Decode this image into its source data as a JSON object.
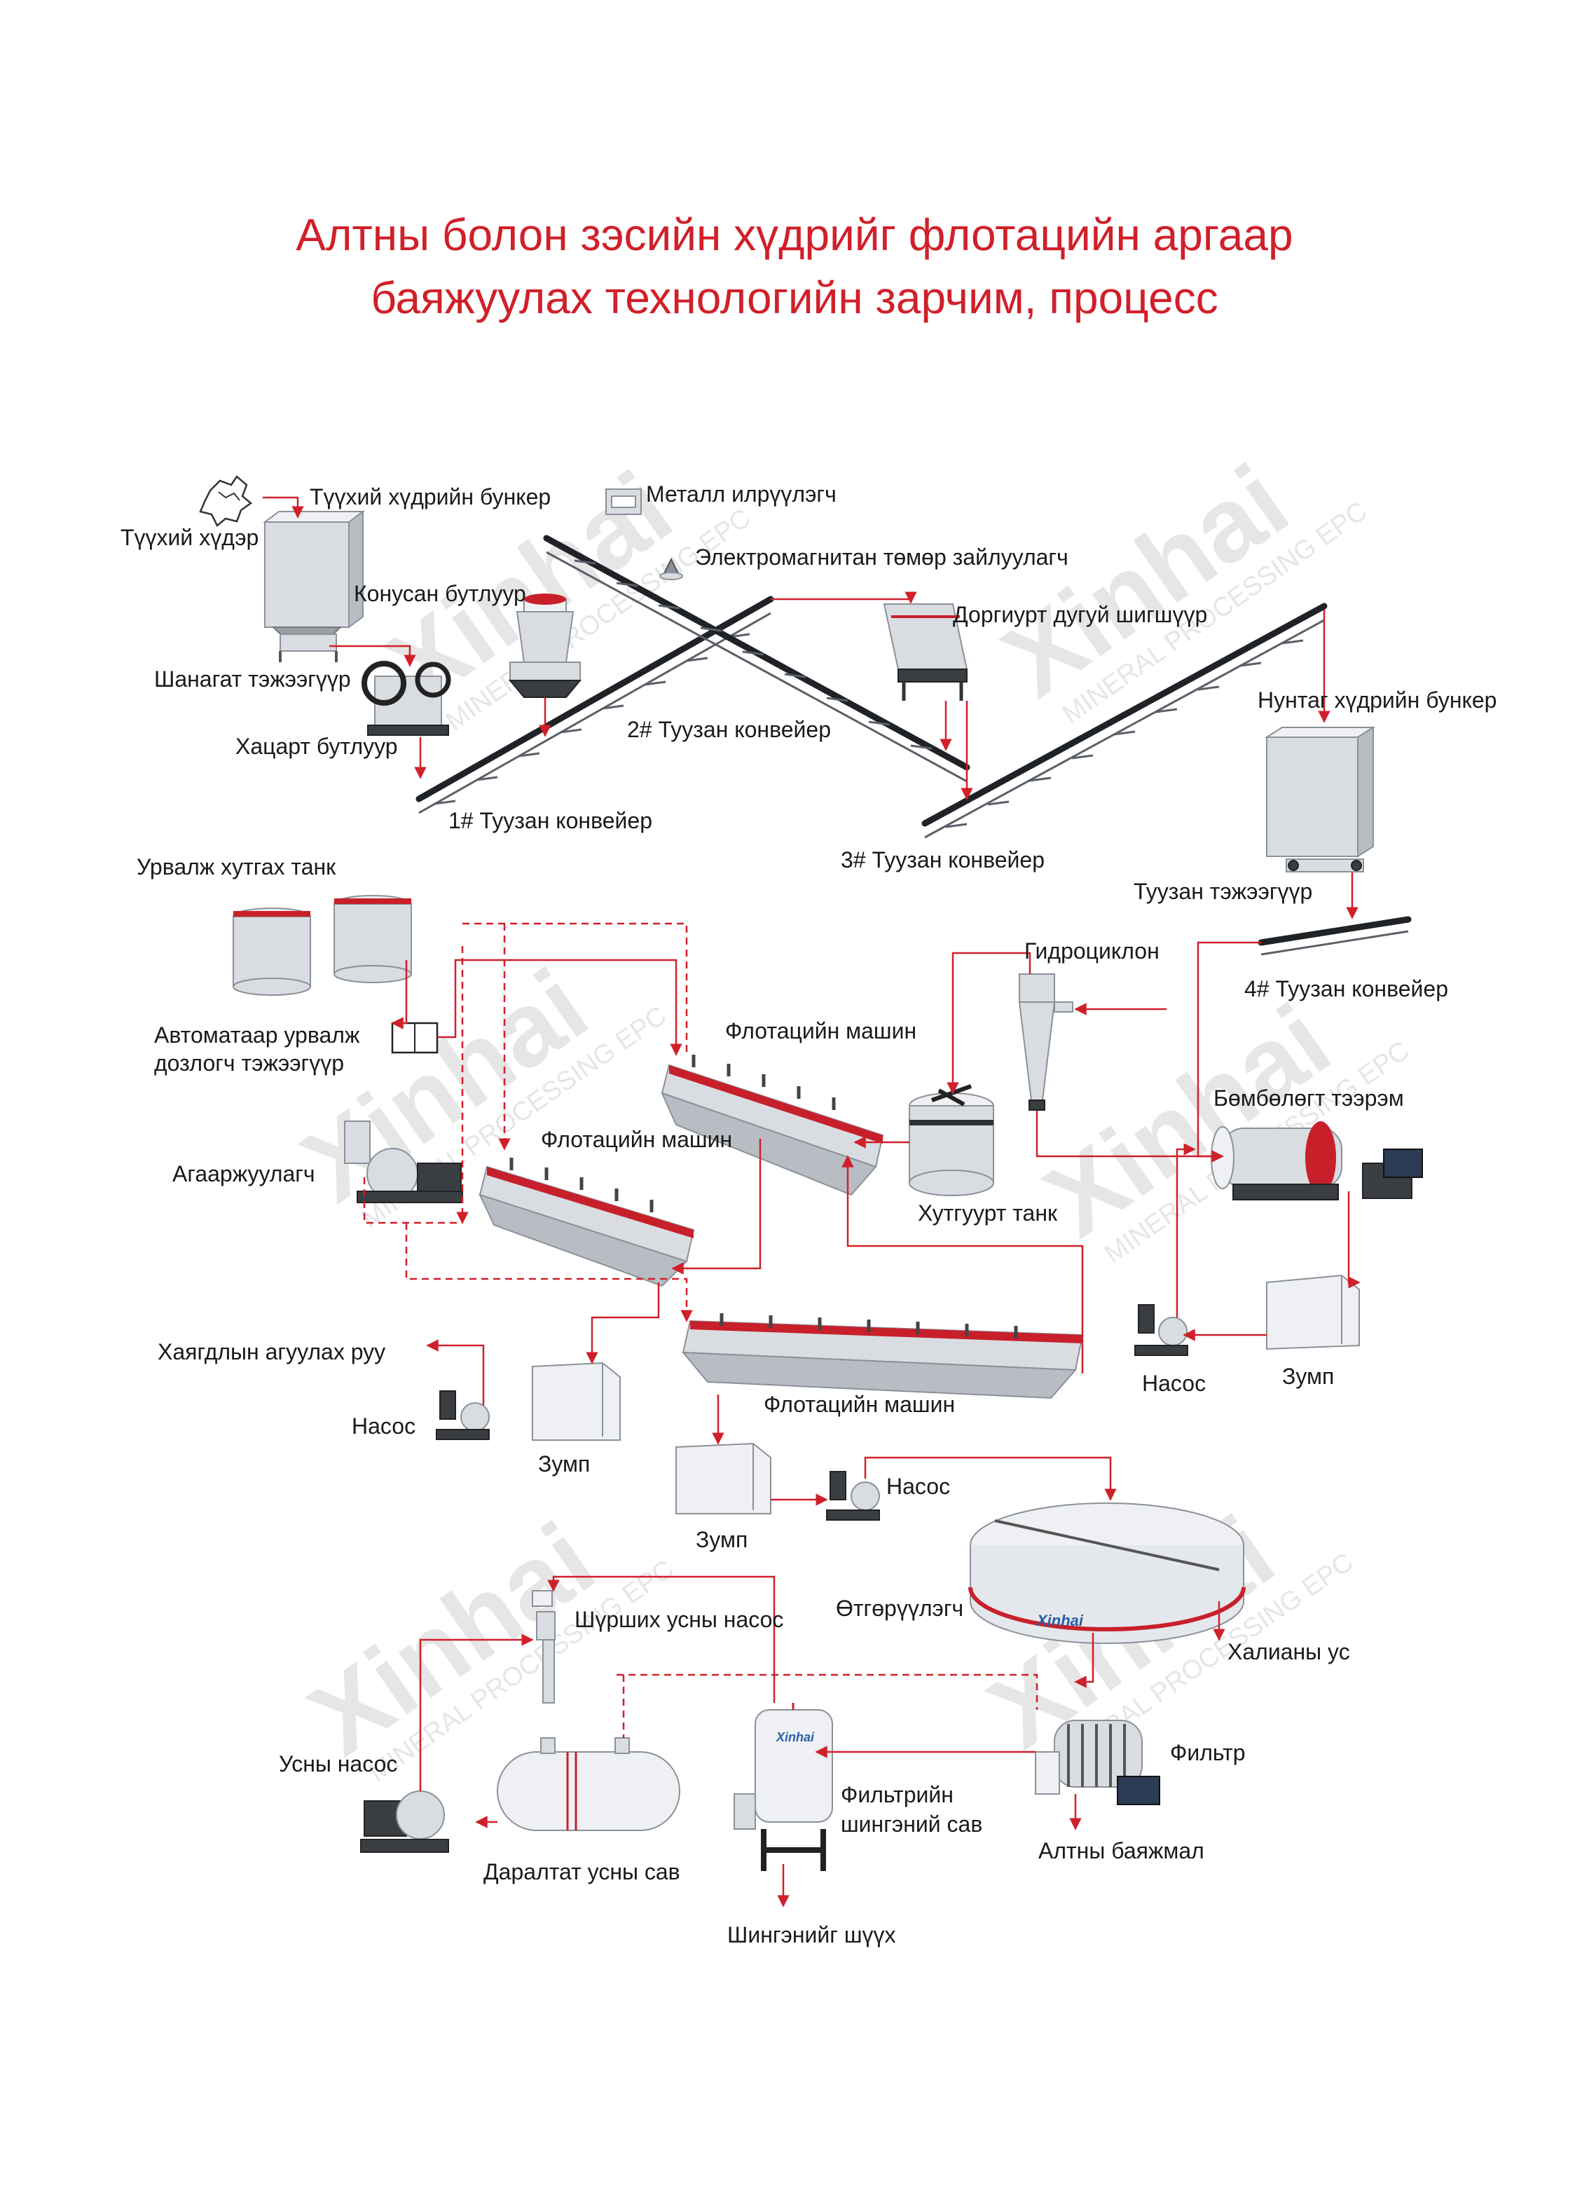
{
  "title": {
    "line1": "Алтны болон зэсийн хүдрийг флотацийн аргаар",
    "line2": "баяжуулах технологийн зарчим, процесс"
  },
  "colors": {
    "title": "#d0202a",
    "flow_line": "#d0202a",
    "label_text": "#1a1a1a",
    "equipment_band": "#c8202a"
  },
  "watermark": {
    "brand": "Xinhai",
    "tagline": "MINERAL PROCESSING EPC"
  },
  "equipment_brand": "Xinhai",
  "labels": {
    "raw_ore": "Түүхий хүдэр",
    "raw_ore_bin": "Түүхий хүдрийн бункер",
    "metal_detector": "Металл илрүүлэгч",
    "em_iron_remover": "Электромагнитан төмөр зайлуулагч",
    "cone_crusher": "Конусан бутлуур",
    "vibrating_screen": "Доргиурт дугуй шигшүүр",
    "powder_ore_bin": "Нунтаг хүдрийн бункер",
    "grizzly_feeder": "Шанагат тэжээгүүр",
    "jaw_crusher": "Хацарт бутлуур",
    "belt_conveyor_2": "2# Туузан конвейер",
    "belt_conveyor_1": "1# Туузан конвейер",
    "belt_conveyor_3": "3# Туузан конвейер",
    "belt_feeder": "Туузан тэжээгүүр",
    "reagent_tank": "Урвалж хутгах танк",
    "hydrocyclone": "Гидроциклон",
    "belt_conveyor_4": "4# Туузан конвейер",
    "auto_reagent_feeder_1": "Автоматаар урвалж",
    "auto_reagent_feeder_2": "дозлогч тэжээгүүр",
    "flotation_machine_top": "Флотацийн машин",
    "ball_mill": "Бөмбөлөгт тээрэм",
    "flotation_machine_mid": "Флотацийн машин",
    "blower": "Агааржуулагч",
    "agitation_tank": "Хутгуурт танк",
    "to_tailings_dam": "Хаягдлын агуулах руу",
    "pump_right": "Насос",
    "sump_right": "Зумп",
    "pump_left": "Насос",
    "flotation_machine_bottom": "Флотацийн машин",
    "sump_left": "Зумп",
    "pump_center": "Насос",
    "sump_center": "Зумп",
    "thickener": "Өтгөрүүлэгч",
    "vacuum_pump": "Шүрших усны насос",
    "overflow_water": "Халианы ус",
    "water_pump": "Усны насос",
    "filter": "Фильтр",
    "filtrate_tank_1": "Фильтрийн",
    "filtrate_tank_2": "шингэний сав",
    "pressure_water_tank": "Даралтат усны сав",
    "gold_concentrate": "Алтны баяжмал",
    "drain_liquid": "Шингэнийг шүүх"
  }
}
